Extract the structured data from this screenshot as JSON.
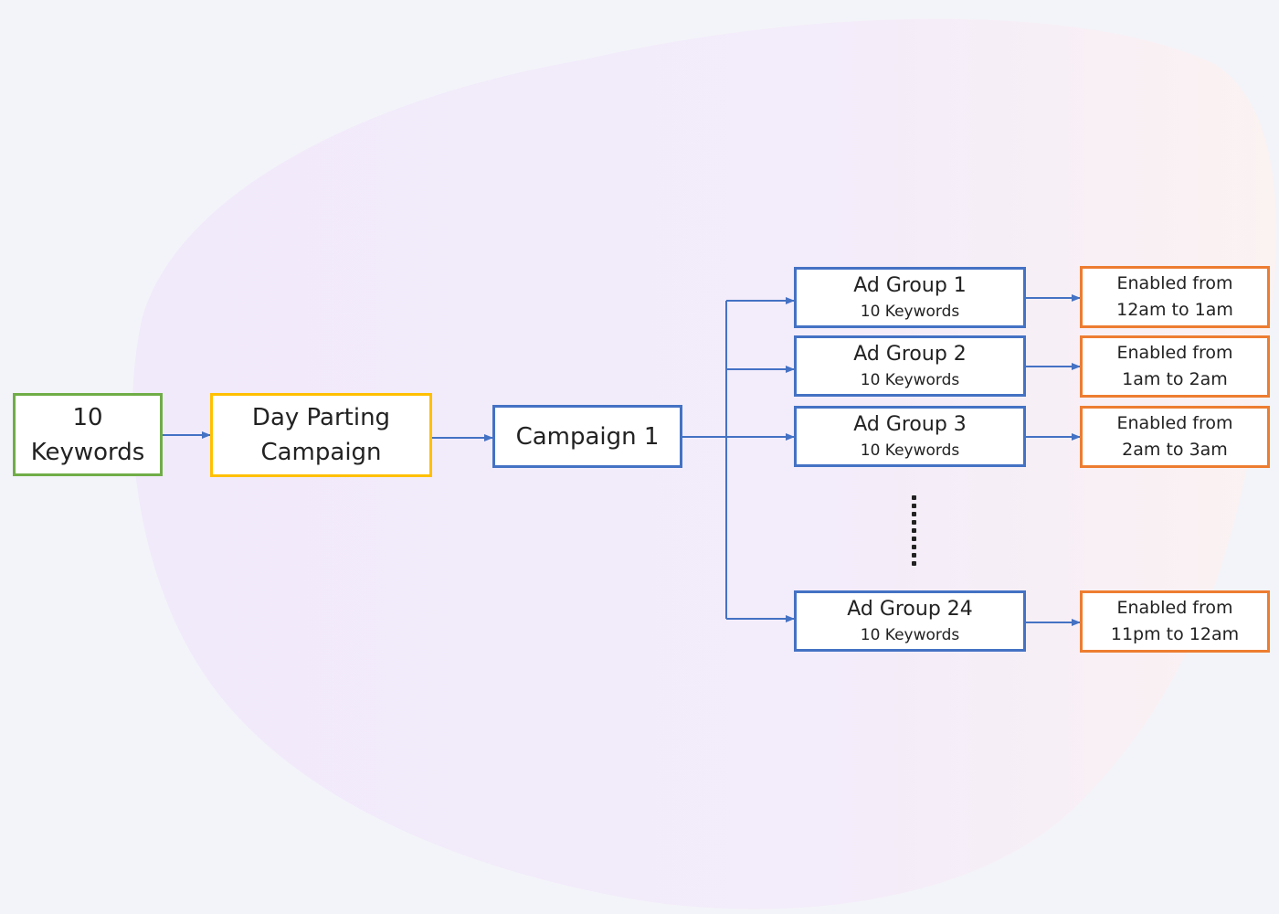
{
  "diagram": {
    "source": {
      "line1": "10",
      "line2": "Keywords"
    },
    "strategy": {
      "line1": "Day Parting",
      "line2": "Campaign"
    },
    "campaign": {
      "label": "Campaign 1"
    },
    "ad_groups": [
      {
        "title": "Ad Group 1",
        "subtitle": "10 Keywords",
        "schedule_line1": "Enabled from",
        "schedule_line2": "12am to 1am"
      },
      {
        "title": "Ad Group 2",
        "subtitle": "10 Keywords",
        "schedule_line1": "Enabled from",
        "schedule_line2": "1am to 2am"
      },
      {
        "title": "Ad Group 3",
        "subtitle": "10 Keywords",
        "schedule_line1": "Enabled from",
        "schedule_line2": "2am to 3am"
      },
      {
        "title": "Ad Group 24",
        "subtitle": "10 Keywords",
        "schedule_line1": "Enabled from",
        "schedule_line2": "11pm to 12am"
      }
    ],
    "colors": {
      "source": "#70ad47",
      "strategy": "#ffc000",
      "campaign": "#4472c4",
      "schedule": "#ed7d31",
      "connector": "#4472c4"
    }
  }
}
